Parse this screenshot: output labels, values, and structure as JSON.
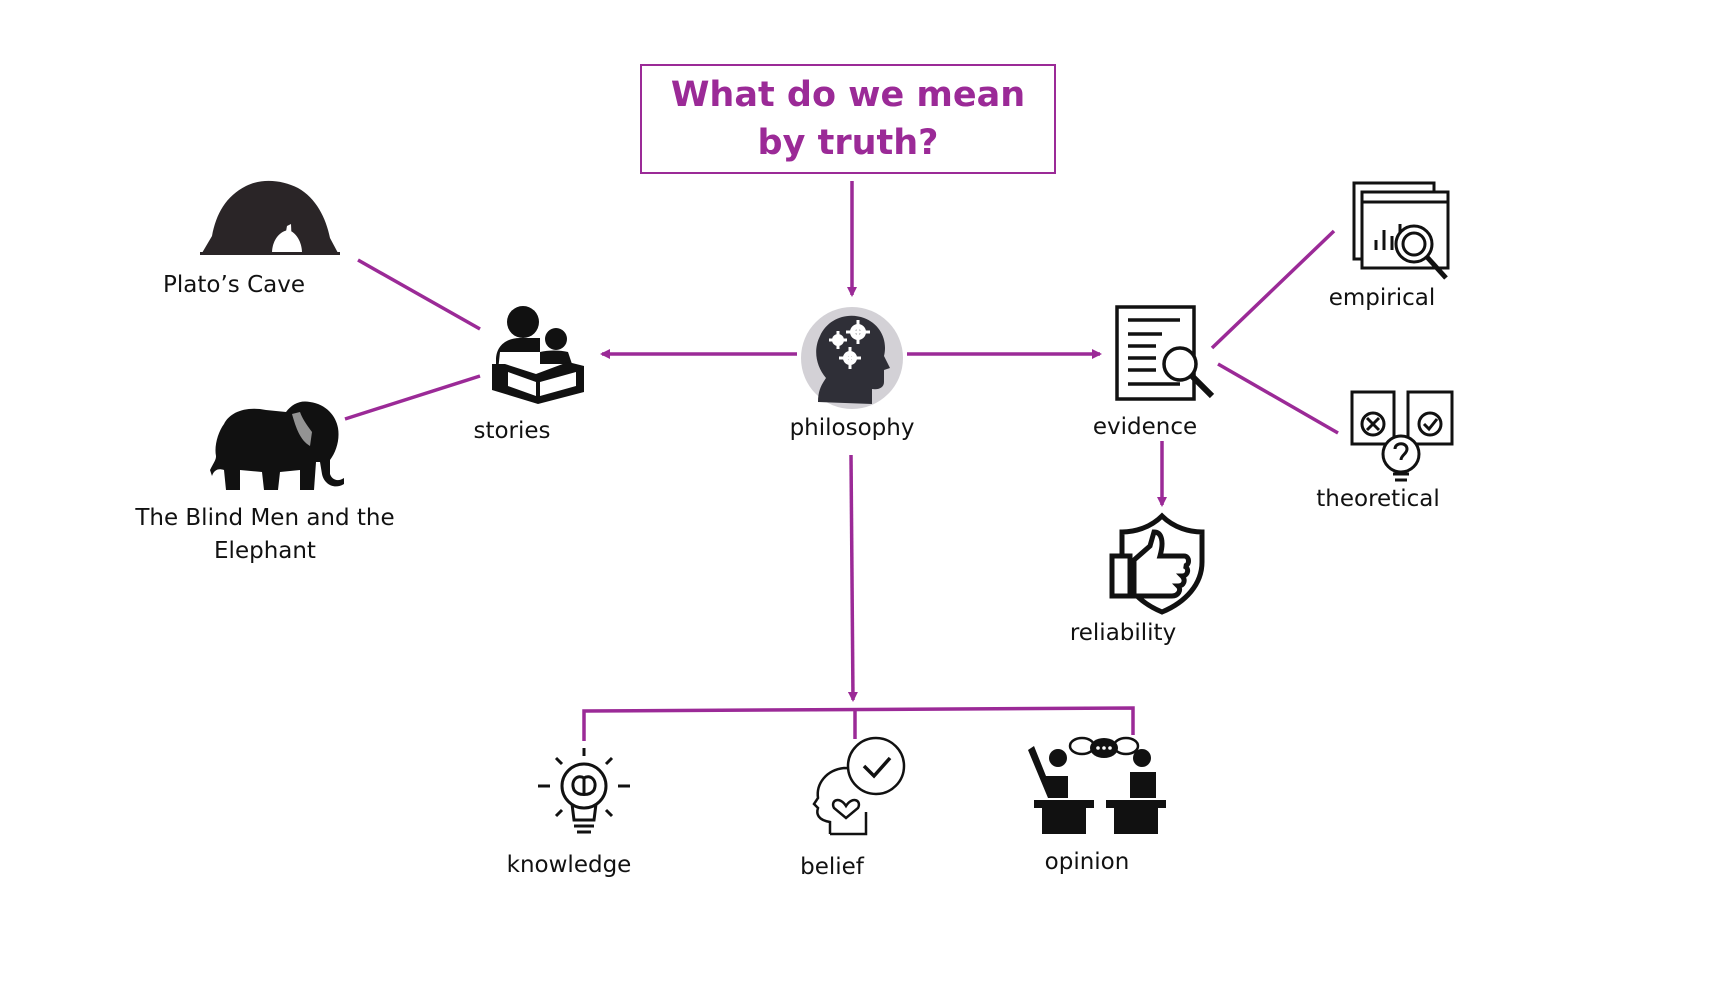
{
  "title": "What do we mean by truth?",
  "colors": {
    "accent": "#9b2a97",
    "icon": "#111111",
    "head_bg": "#d3d1d6",
    "head": "#2f2f37"
  },
  "nodes": {
    "philosophy": {
      "label": "philosophy",
      "icon": "head-gears-icon"
    },
    "stories": {
      "label": "stories",
      "icon": "reading-book-icon"
    },
    "platos_cave": {
      "label": "Plato’s Cave",
      "icon": "cave-icon"
    },
    "blind_men": {
      "label_line1": "The Blind Men and the",
      "label_line2": "Elephant",
      "icon": "elephant-icon"
    },
    "evidence": {
      "label": "evidence",
      "icon": "document-magnifier-icon"
    },
    "empirical": {
      "label": "empirical",
      "icon": "data-analysis-icon"
    },
    "theoretical": {
      "label": "theoretical",
      "icon": "hypothesis-icon"
    },
    "reliability": {
      "label": "reliability",
      "icon": "shield-thumbs-up-icon"
    },
    "knowledge": {
      "label": "knowledge",
      "icon": "lightbulb-brain-icon"
    },
    "belief": {
      "label": "belief",
      "icon": "head-heart-check-icon"
    },
    "opinion": {
      "label": "opinion",
      "icon": "debate-icon"
    }
  }
}
